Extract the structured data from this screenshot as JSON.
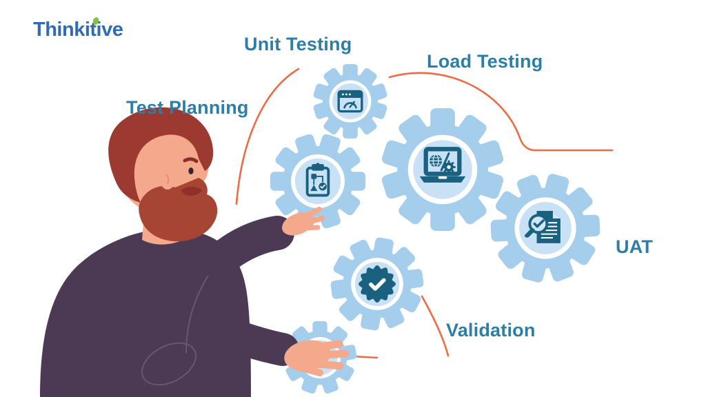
{
  "logo": {
    "text": "Thinkitive"
  },
  "steps": [
    {
      "label": "Test Planning",
      "icon": "clipboard-flowchart-icon"
    },
    {
      "label": "Unit Testing",
      "icon": "browser-gauge-icon"
    },
    {
      "label": "Load Testing",
      "icon": "laptop-globe-gear-icon"
    },
    {
      "label": "UAT",
      "icon": "document-magnifier-check-icon"
    },
    {
      "label": "Validation",
      "icon": "badge-check-icon"
    }
  ],
  "decorative": {
    "extra_gear": "plain-gear-held-by-hand",
    "person": "bearded-man-reaching-toward-gears",
    "accent_lines": "orange-curved-connector-lines"
  },
  "colors": {
    "label": "#2d7ea6",
    "logo": "#2f6cb3",
    "logo_accent": "#7dc242",
    "gear_blue": "#a5cdec",
    "gear_center": "#c9e1f5",
    "gear_ring": "#ffffff",
    "icon_dark": "#19617f",
    "accent_line": "#ed6a45",
    "skin": "#f5a98c",
    "hair": "#9c3930",
    "beard": "#a74534",
    "sweater": "#4c3a54",
    "sweater_line": "#6a5574",
    "background": "#ffffff"
  }
}
